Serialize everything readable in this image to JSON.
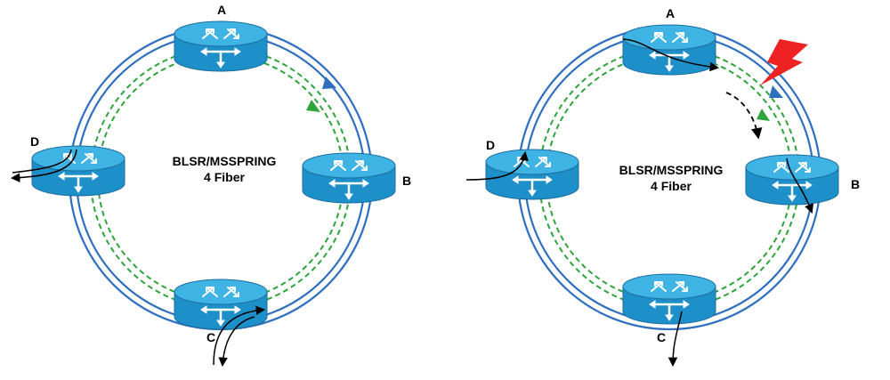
{
  "diagrams": [
    {
      "id": "normal",
      "title": "BLSR/MSSPRING",
      "subtitle": "4 Fiber",
      "nodes": {
        "A": "A",
        "B": "B",
        "C": "C",
        "D": "D"
      }
    },
    {
      "id": "failure",
      "title": "BLSR/MSSPRING",
      "subtitle": "4 Fiber",
      "nodes": {
        "A": "A",
        "B": "B",
        "C": "C",
        "D": "D"
      }
    }
  ],
  "colors": {
    "working_fiber": "#2f6fc1",
    "protect_fiber": "#2ea43a",
    "router_top": "#33a7dc",
    "router_side": "#1d8fc9",
    "router_edge": "#1b6e9e",
    "fault": "#ee2222",
    "traffic": "#000000"
  },
  "icons": [
    "router-icon",
    "lightning-fault-icon",
    "direction-arrow-icon"
  ]
}
